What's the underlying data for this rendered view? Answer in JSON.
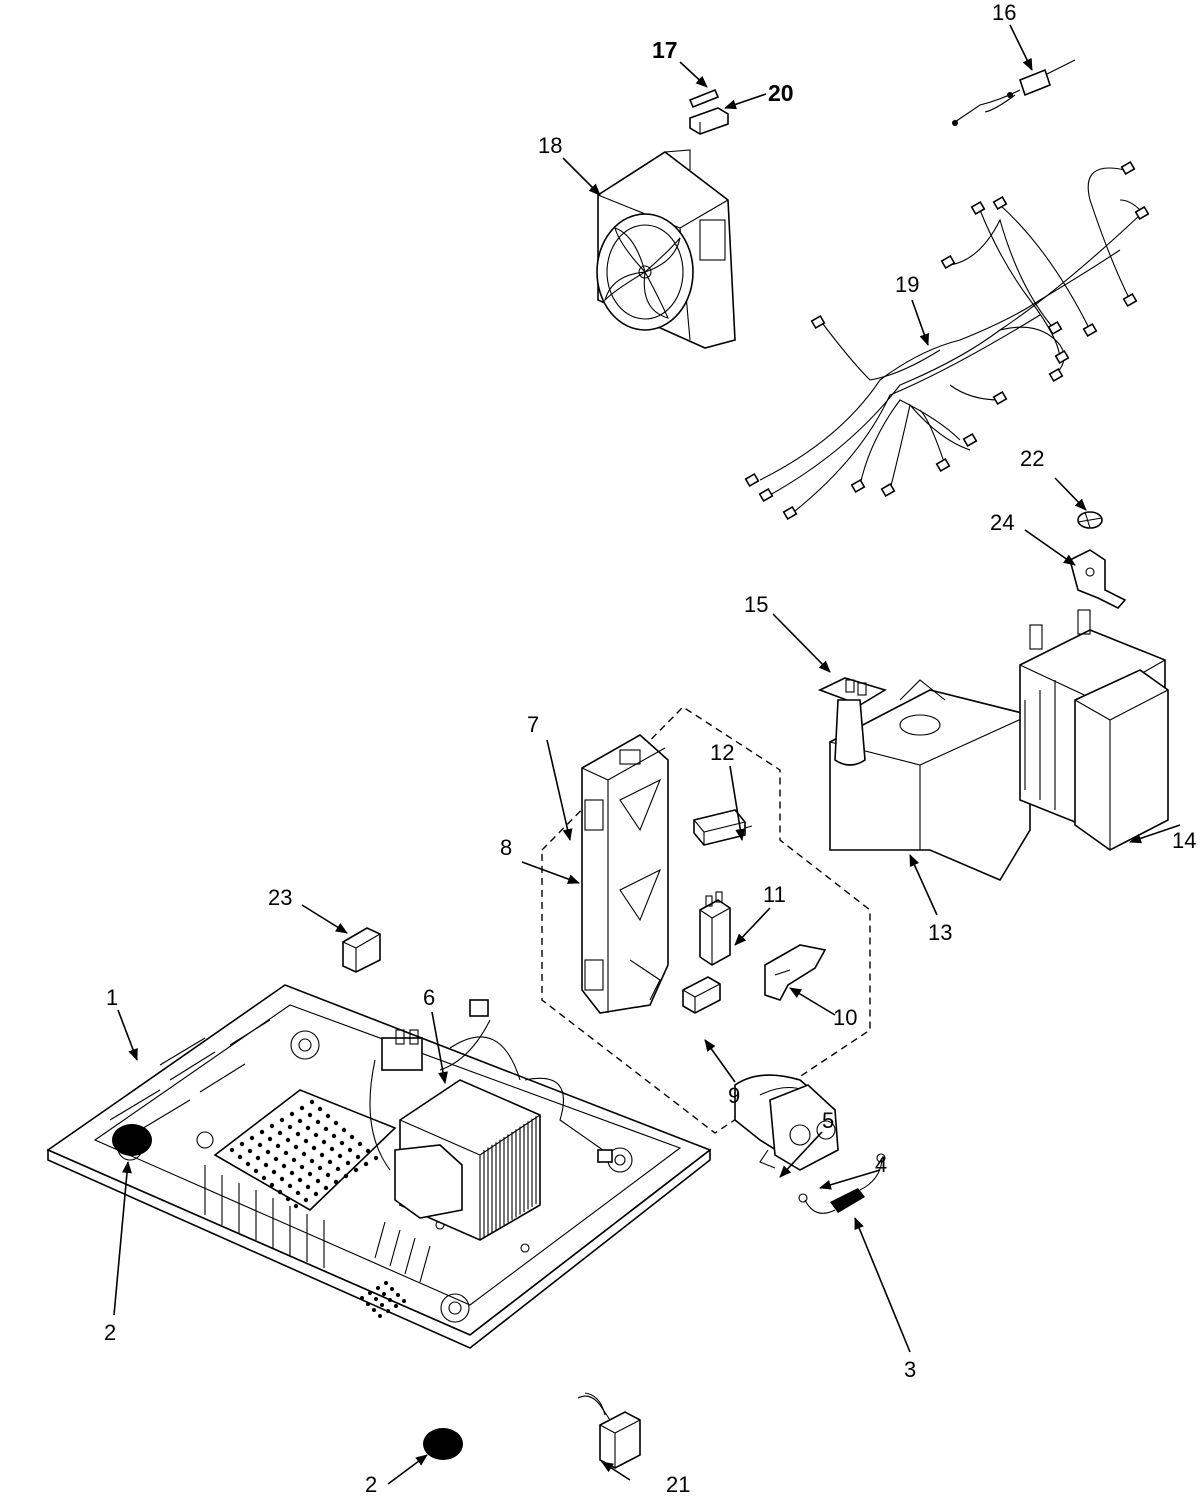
{
  "callouts": [
    {
      "id": "1",
      "text": "1",
      "bold": false
    },
    {
      "id": "2a",
      "text": "2",
      "bold": false
    },
    {
      "id": "2b",
      "text": "2",
      "bold": false
    },
    {
      "id": "3",
      "text": "3",
      "bold": false
    },
    {
      "id": "4",
      "text": "4",
      "bold": false
    },
    {
      "id": "5",
      "text": "5",
      "bold": false
    },
    {
      "id": "6",
      "text": "6",
      "bold": false
    },
    {
      "id": "7",
      "text": "7",
      "bold": false
    },
    {
      "id": "8",
      "text": "8",
      "bold": false
    },
    {
      "id": "9",
      "text": "9",
      "bold": false
    },
    {
      "id": "10",
      "text": "10",
      "bold": false
    },
    {
      "id": "11",
      "text": "11",
      "bold": false
    },
    {
      "id": "12",
      "text": "12",
      "bold": false
    },
    {
      "id": "13",
      "text": "13",
      "bold": false
    },
    {
      "id": "14",
      "text": "14",
      "bold": false
    },
    {
      "id": "15",
      "text": "15",
      "bold": false
    },
    {
      "id": "16",
      "text": "16",
      "bold": false
    },
    {
      "id": "17",
      "text": "17",
      "bold": true
    },
    {
      "id": "18",
      "text": "18",
      "bold": false
    },
    {
      "id": "19",
      "text": "19",
      "bold": false
    },
    {
      "id": "20",
      "text": "20",
      "bold": false
    },
    {
      "id": "21",
      "text": "21",
      "bold": true
    },
    {
      "id": "22",
      "text": "22",
      "bold": false
    },
    {
      "id": "23",
      "text": "23",
      "bold": false
    },
    {
      "id": "24",
      "text": "24",
      "bold": false
    }
  ]
}
